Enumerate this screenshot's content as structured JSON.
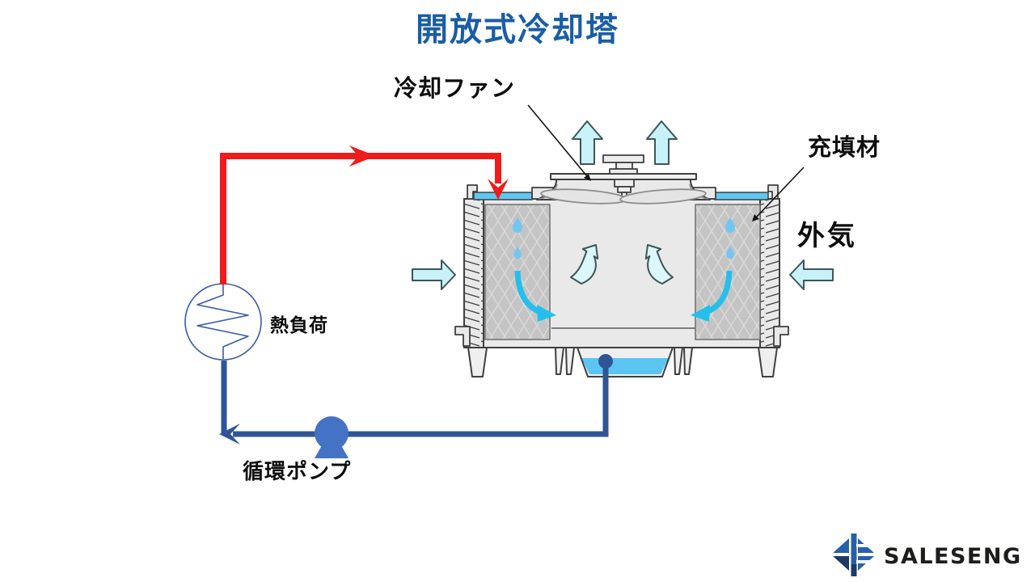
{
  "title": {
    "text": "開放式冷却塔"
  },
  "labels": {
    "cooling_fan": "冷却ファン",
    "fill_material": "充填材",
    "outside_air": "外気",
    "heat_load": "熱負荷",
    "circulation_pump": "循環ポンプ"
  },
  "logo": {
    "text": "SALESENG"
  },
  "colors": {
    "title_blue": "#1A5DA6",
    "hot_water_red": "#EE1C1C",
    "cold_water_blue": "#2F5597",
    "pump_blue": "#4472C4",
    "water_cyan": "#5BC5F2",
    "droplet_blue": "#74C6F1",
    "air_arrow_fill": "#C9F1F8",
    "inner_arrow_fill": "#DCF7FB",
    "flow_arrow_cyan": "#24BFEC",
    "tower_body_gray": "#E9E9E9",
    "fill_mesh_gray": "#C4C4C4",
    "outline_dark": "#3F3F3F",
    "label_black": "#0D0D0D",
    "logo_blue": "#2860A8",
    "logo_navy": "#1B3A66"
  }
}
